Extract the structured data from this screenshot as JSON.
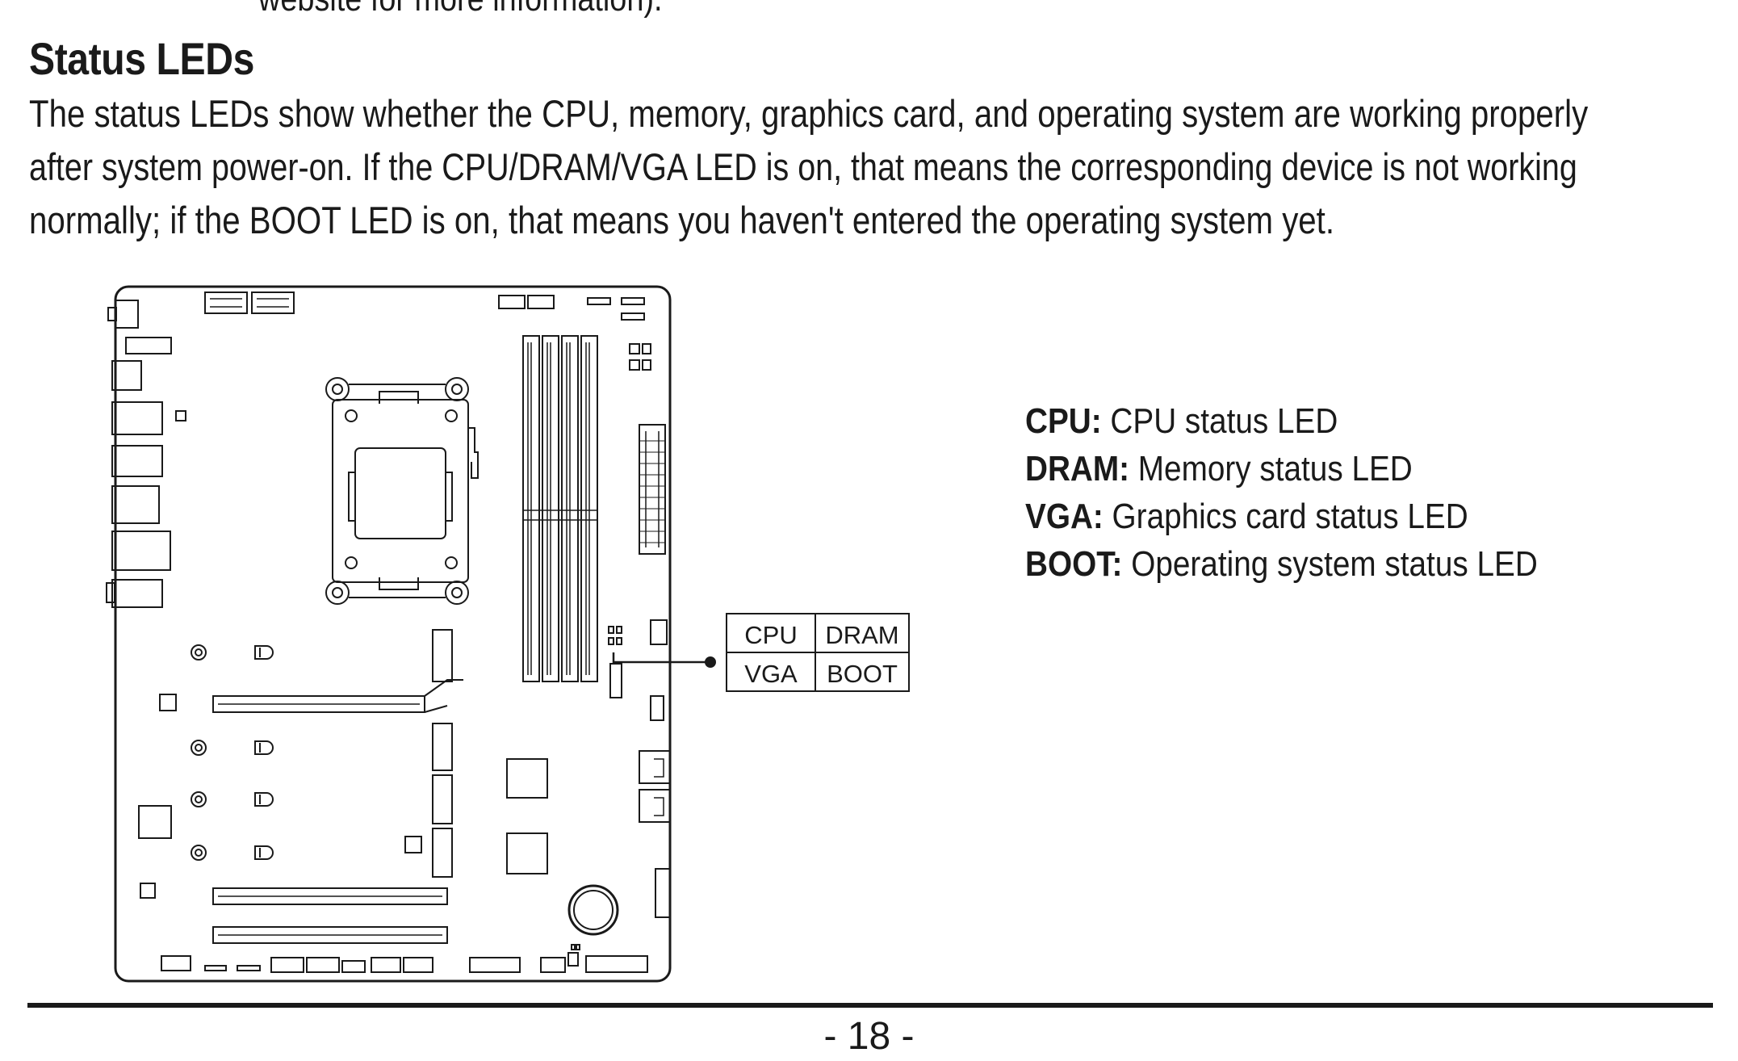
{
  "top_fragment": "website for more information).",
  "heading": "Status LEDs",
  "paragraph_lines": [
    "The status LEDs show whether the CPU, memory, graphics card, and operating system are working properly",
    "after system power-on. If the CPU/DRAM/VGA LED is on, that means the corresponding device is not working",
    "normally; if the BOOT LED is on, that means you haven't entered the operating system yet."
  ],
  "led_table": {
    "cpu": "CPU",
    "dram": "DRAM",
    "vga": "VGA",
    "boot": "BOOT"
  },
  "legend": [
    {
      "term": "CPU:",
      "desc": " CPU status LED"
    },
    {
      "term": "DRAM:",
      "desc": " Memory status LED"
    },
    {
      "term": "VGA:",
      "desc": " Graphics card status LED"
    },
    {
      "term": "BOOT:",
      "desc": " Operating system status LED"
    }
  ],
  "page_number": "- 18 -",
  "colors": {
    "ink": "#1a1a1a",
    "background": "#ffffff"
  }
}
